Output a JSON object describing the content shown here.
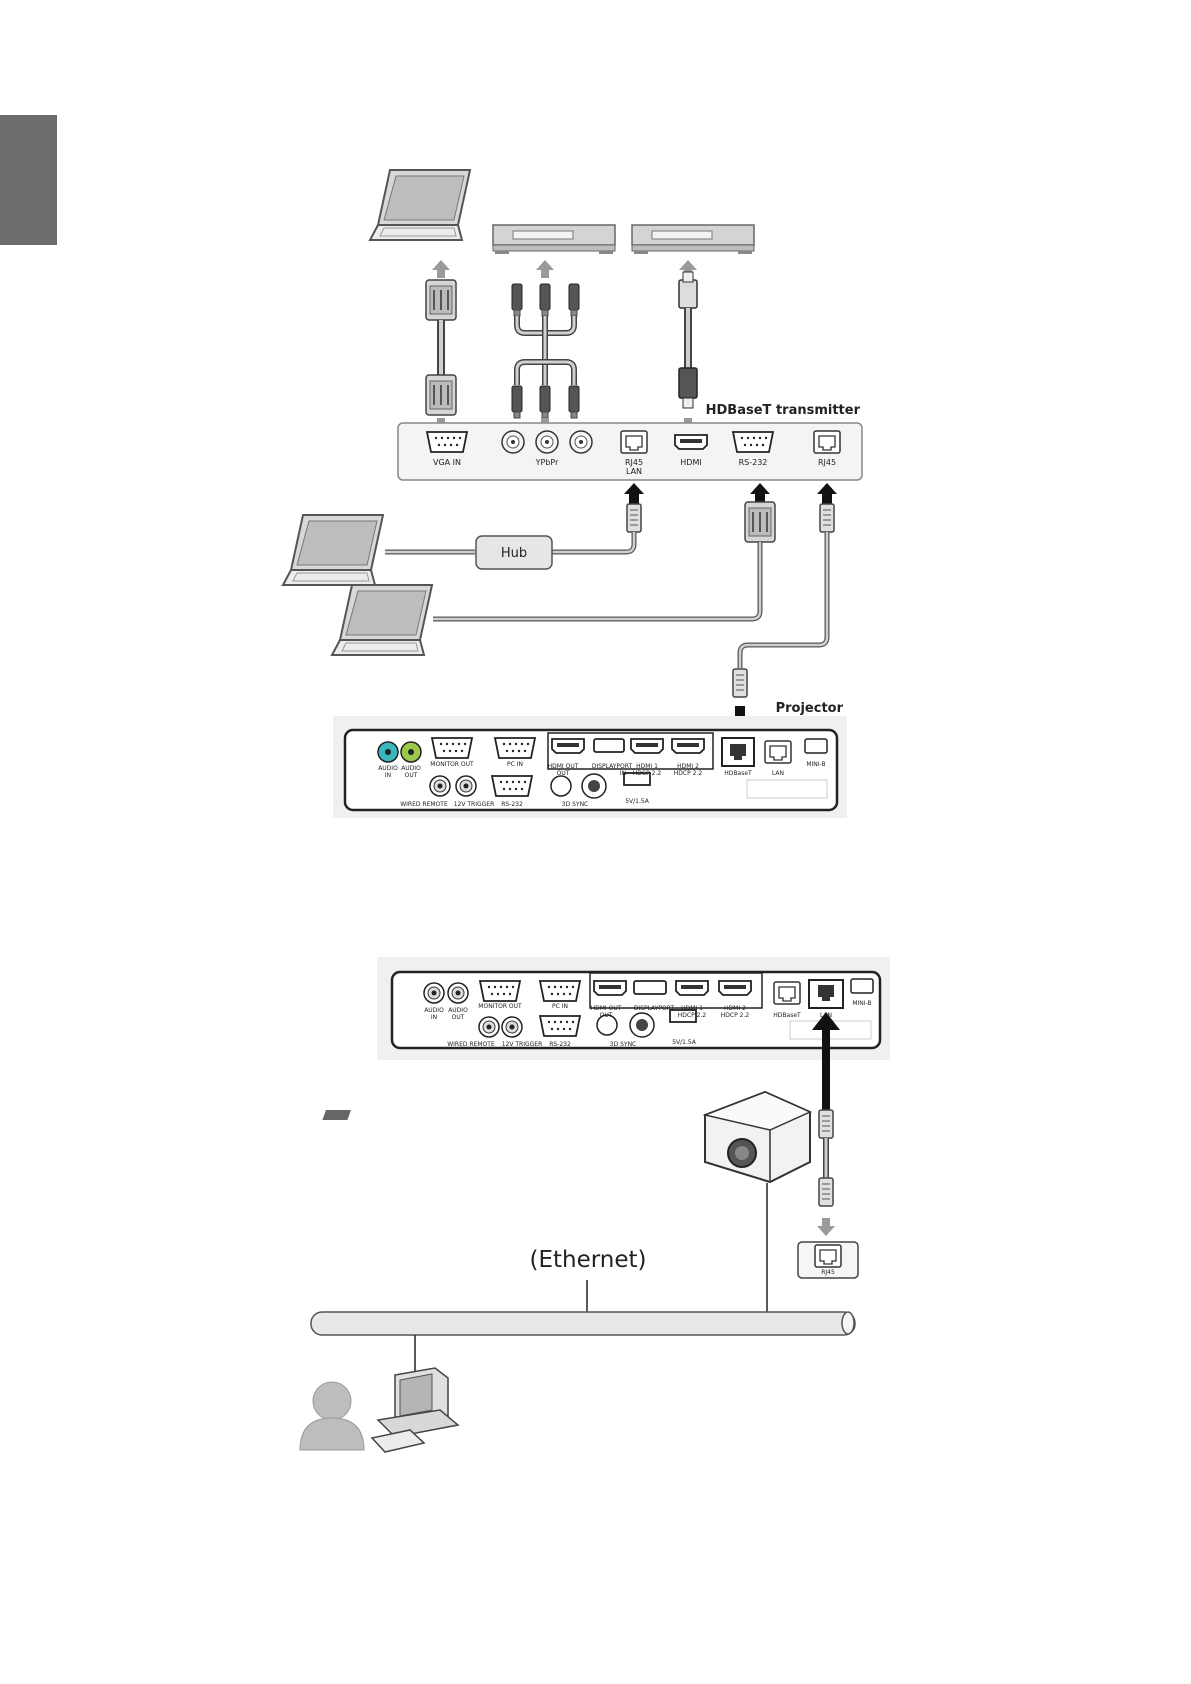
{
  "diagram1": {
    "transmitter_title": "HDBaseT transmitter",
    "transmitter_ports": [
      "VGA IN",
      "YPbPr",
      "RJ45",
      "LAN",
      "HDMI",
      "RS-232",
      "RJ45"
    ],
    "hub_label": "Hub",
    "projector_title": "Projector"
  },
  "panel": {
    "audio_in": [
      "AUDIO",
      "IN"
    ],
    "audio_out": [
      "AUDIO",
      "OUT"
    ],
    "monitor_out": "MONITOR OUT",
    "pc_in": "PC IN",
    "hdmi_out": [
      "HDMI OUT",
      "OUT"
    ],
    "displayport": "DISPLAYPORT",
    "displayport_in": "IN",
    "hdmi1": "HDMI 1",
    "hdmi2": "HDMI 2",
    "hdcp": "HDCP 2.2",
    "hdbaset": "HDBaseT",
    "lan": "LAN",
    "mini_b": "MINI-B",
    "wired_remote": "WIRED REMOTE",
    "trigger": "12V  TRIGGER",
    "rs232": "RS-232",
    "sync": "3D SYNC",
    "usb_power": "5V/1.5A"
  },
  "diagram2": {
    "ethernet_label": "(Ethernet)",
    "wall_port": "RJ45"
  }
}
